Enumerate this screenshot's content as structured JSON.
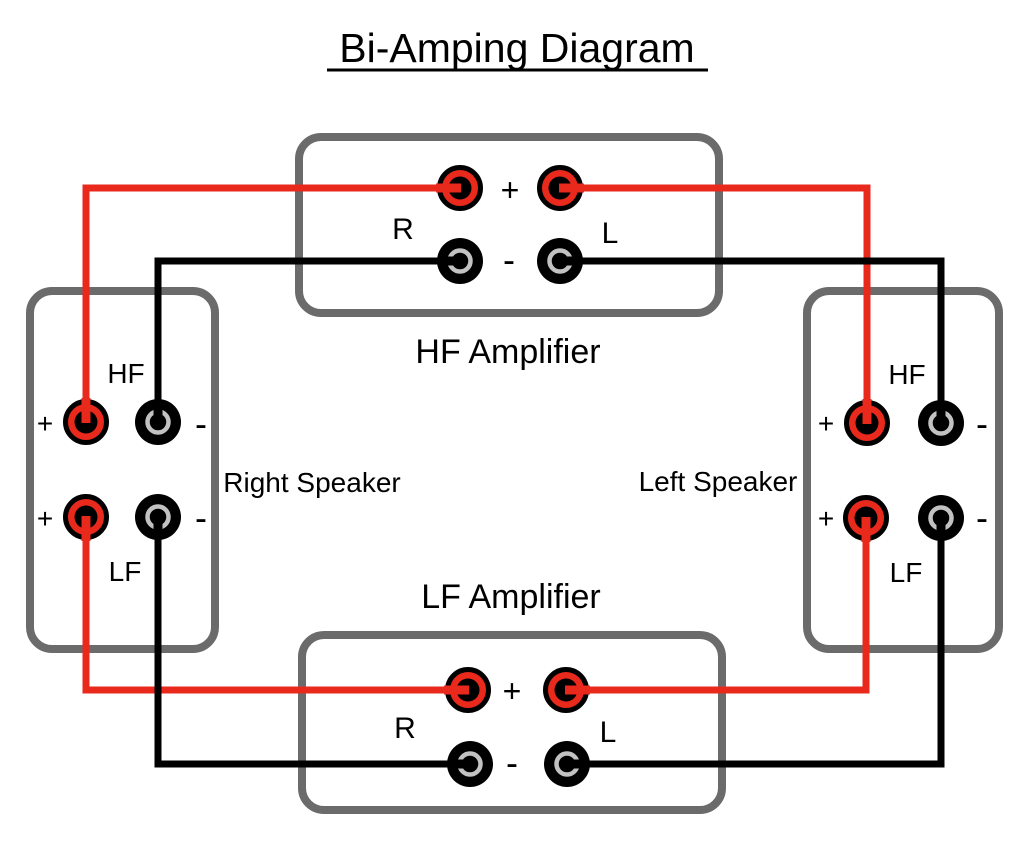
{
  "title": "Bi-Amping Diagram",
  "colors": {
    "wire_red": "#e8291c",
    "wire_black": "#000000",
    "box_border": "#6b6b6b",
    "terminal_ring": "#c2c2c2",
    "text": "#000000",
    "background": "#ffffff"
  },
  "amplifiers": {
    "hf": {
      "name": "HF Amplifier",
      "right_channel": "R",
      "left_channel": "L",
      "positive": "+",
      "negative": "-"
    },
    "lf": {
      "name": "LF Amplifier",
      "right_channel": "R",
      "left_channel": "L",
      "positive": "+",
      "negative": "-"
    }
  },
  "speakers": {
    "right": {
      "name": "Right Speaker",
      "hf_terminal": "HF",
      "lf_terminal": "LF",
      "positive": "+",
      "negative": "-"
    },
    "left": {
      "name": "Left Speaker",
      "hf_terminal": "HF",
      "lf_terminal": "LF",
      "positive": "+",
      "negative": "-"
    }
  },
  "connections": [
    {
      "color": "red",
      "from": "HF Amplifier R +",
      "to": "Right Speaker HF +"
    },
    {
      "color": "black",
      "from": "HF Amplifier R -",
      "to": "Right Speaker HF -"
    },
    {
      "color": "red",
      "from": "HF Amplifier L +",
      "to": "Left Speaker HF +"
    },
    {
      "color": "black",
      "from": "HF Amplifier L -",
      "to": "Left Speaker HF -"
    },
    {
      "color": "red",
      "from": "LF Amplifier R +",
      "to": "Right Speaker LF +"
    },
    {
      "color": "black",
      "from": "LF Amplifier R -",
      "to": "Right Speaker LF -"
    },
    {
      "color": "red",
      "from": "LF Amplifier L +",
      "to": "Left Speaker LF +"
    },
    {
      "color": "black",
      "from": "LF Amplifier L -",
      "to": "Left Speaker LF -"
    }
  ]
}
